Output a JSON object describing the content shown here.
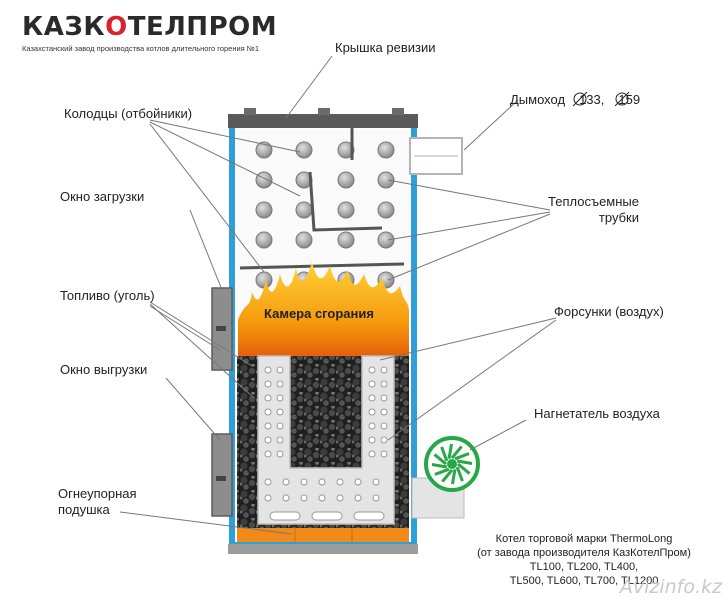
{
  "brand": {
    "part1": "КАЗК",
    "part2": "О",
    "part3": "ТЕЛПРОМ",
    "tagline": "Казахстанский завод производства котлов длительного горения №1"
  },
  "labels": {
    "lid": "Крышка ревизии",
    "flue": "Дымоход",
    "flue_d1": "133,",
    "flue_d2": "159",
    "baffles": "Колодцы (отбойники)",
    "loading_window": "Окно загрузки",
    "heat_tubes_1": "Теплосъемные",
    "heat_tubes_2": "трубки",
    "fuel": "Топливо (уголь)",
    "nozzles": "Форсунки (воздух)",
    "combustion": "Камера сгорания",
    "unloading_window": "Окно выгрузки",
    "blower": "Нагнетатель воздуха",
    "refractory_1": "Огнеупорная",
    "refractory_2": "подушка"
  },
  "model_info": [
    "Котел торговой марки ThermoLong",
    "(от завода производителя КазКотелПром)",
    "TL100, TL200, TL400,",
    "TL500, TL600, TL700, TL1200"
  ],
  "watermark": "Avizinfo.kz",
  "colors": {
    "shell": "#2e9fd8",
    "lid": "#5a5a5a",
    "brick": "#f28a1a",
    "fan": "#27a745",
    "flame": "#f5a10f",
    "coal": "#2b2b2b",
    "tube": "#9a9a9a"
  }
}
